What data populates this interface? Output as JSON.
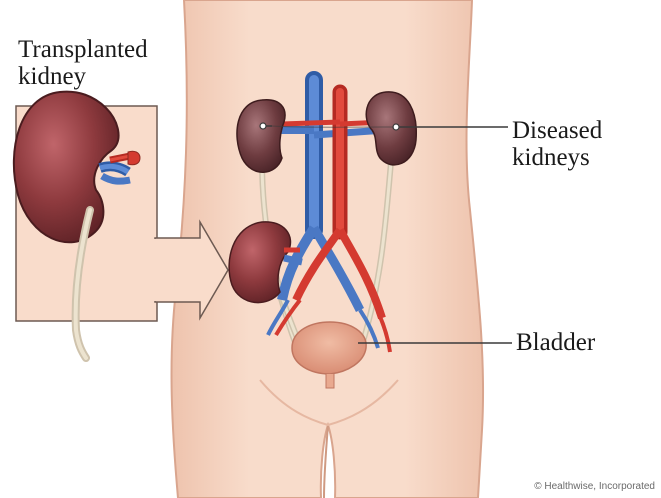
{
  "labels": {
    "transplanted_line1": "Transplanted",
    "transplanted_line2": "kidney",
    "diseased_line1": "Diseased",
    "diseased_line2": "kidneys",
    "bladder": "Bladder"
  },
  "credit": "© Healthwise, Incorporated",
  "colors": {
    "skin": "#f7d9c6",
    "inset_background": "#f9dccb",
    "kidney": "#8e3a3e",
    "vein": "#4a78c4",
    "artery": "#d43a30",
    "ureter": "#e6dcc8",
    "bladder": "#e9a98f"
  }
}
